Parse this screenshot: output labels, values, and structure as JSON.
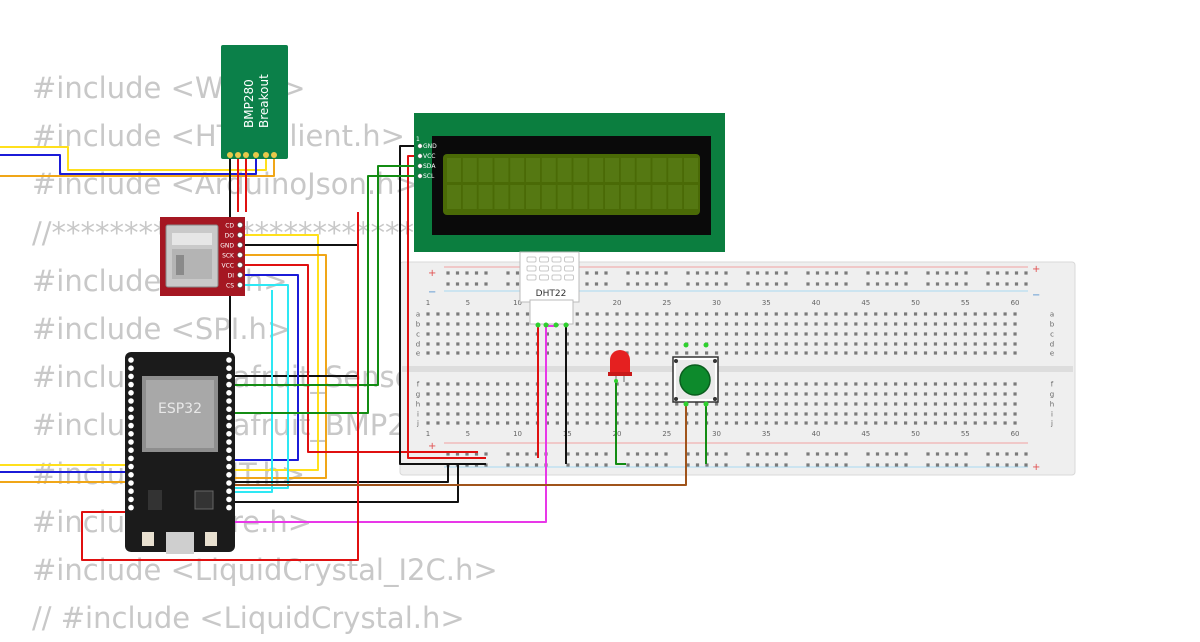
{
  "code_lines": [
    "#include <WiFi.h>",
    "#include <HTTPClient.h>",
    "#include <ArduinoJson.h>",
    "//****************************",
    "#include <SD.h>",
    "#include <SPI.h>",
    "#include <Adafruit_Sensor.h>",
    "#include <Adafruit_BMP280.h>",
    "#include <DHT.h>",
    "#include <Wire.h>",
    "#include <LiquidCrystal_I2C.h>",
    "// #include <LiquidCrystal.h>"
  ],
  "bmp280": {
    "line1": "BMP280",
    "line2": "Breakout"
  },
  "sd_module": {
    "pins": [
      "CD",
      "DO",
      "GND",
      "SCK",
      "VCC",
      "DI",
      "CS"
    ]
  },
  "esp32": {
    "label": "ESP32"
  },
  "lcd": {
    "pins": [
      "GND",
      "VCC",
      "SDA",
      "SCL"
    ],
    "pin_one": "1"
  },
  "dht22": {
    "label": "DHT22"
  },
  "breadboard": {
    "plus": "+",
    "minus": "−",
    "col_numbers": [
      "1",
      "5",
      "10",
      "15",
      "20",
      "25",
      "30",
      "35",
      "40",
      "45",
      "50",
      "55",
      "60"
    ],
    "rows_top": [
      "a",
      "b",
      "c",
      "d",
      "e"
    ],
    "rows_bottom": [
      "f",
      "g",
      "h",
      "i",
      "j"
    ]
  },
  "colors": {
    "bmp_board": "#0b8049",
    "sd_board": "#a51722",
    "esp_board": "#1b1b1b",
    "lcd_board": "#0b7e3f",
    "lcd_screen": "#4a6a06",
    "wire_red": "#e01010",
    "wire_black": "#111111",
    "wire_yellow": "#ffe01c",
    "wire_orange": "#f0a618",
    "wire_blue": "#1b1bd8",
    "wire_cyan": "#2ee8f4",
    "wire_green": "#138c13",
    "wire_magenta": "#e838e8",
    "wire_brown": "#a0541b"
  }
}
